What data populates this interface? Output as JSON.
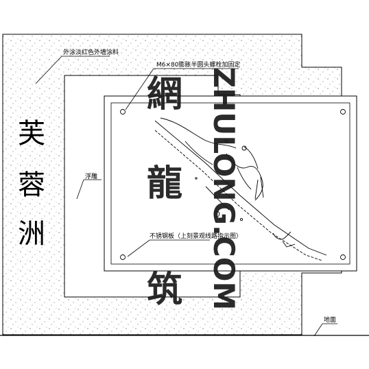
{
  "title_chars": [
    "芙",
    "蓉",
    "洲"
  ],
  "annotations": {
    "outer_wall": "外涂淡红色外墙涂料",
    "bolt": "M6×80膨胀半圆头螺栓加固定",
    "upper": "浮雕",
    "plate": "不锈钢板（上刻景观线路指示图）",
    "ground": "地面"
  },
  "watermark": {
    "chars": [
      "筑",
      "龍",
      "網"
    ],
    "latin": "ZHULONG.COM"
  },
  "colors": {
    "line": "#000000",
    "watermark": "#1a1a1a",
    "background": "#ffffff"
  }
}
